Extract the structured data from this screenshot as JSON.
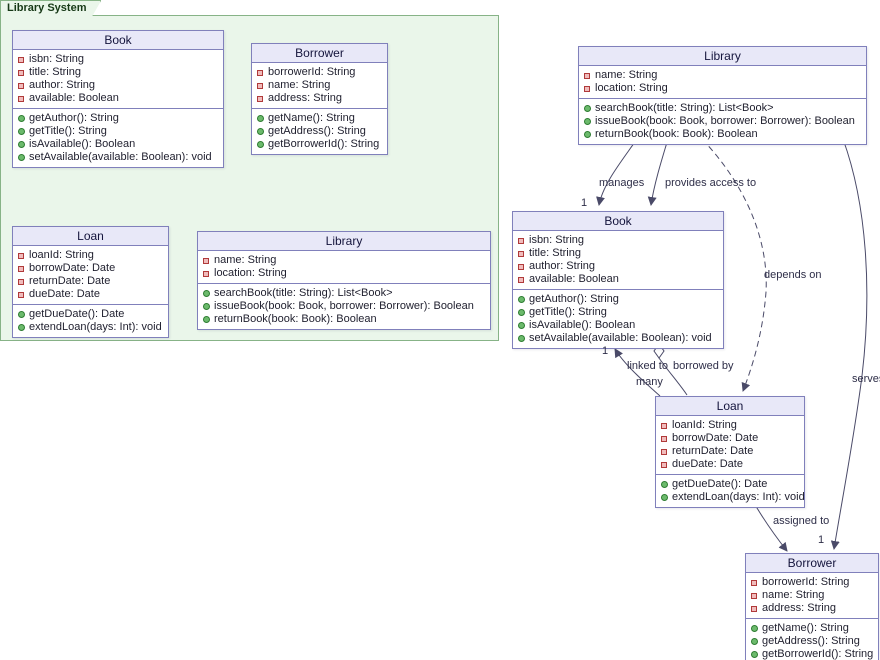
{
  "package": {
    "label": "Library System"
  },
  "classes": {
    "book": {
      "title": "Book",
      "attributes": [
        "isbn: String",
        "title: String",
        "author: String",
        "available: Boolean"
      ],
      "methods": [
        "getAuthor(): String",
        "getTitle(): String",
        "isAvailable(): Boolean",
        "setAvailable(available: Boolean): void"
      ]
    },
    "borrower": {
      "title": "Borrower",
      "attributes": [
        "borrowerId: String",
        "name: String",
        "address: String"
      ],
      "methods": [
        "getName(): String",
        "getAddress(): String",
        "getBorrowerId(): String"
      ]
    },
    "loan": {
      "title": "Loan",
      "attributes": [
        "loanId: String",
        "borrowDate: Date",
        "returnDate: Date",
        "dueDate: Date"
      ],
      "methods": [
        "getDueDate(): Date",
        "extendLoan(days: Int): void"
      ]
    },
    "library": {
      "title": "Library",
      "attributes": [
        "name: String",
        "location: String"
      ],
      "methods": [
        "searchBook(title: String): List<Book>",
        "issueBook(book: Book, borrower: Borrower): Boolean",
        "returnBook(book: Book): Boolean"
      ]
    }
  },
  "edges": {
    "manages": {
      "label": "manages",
      "mult": "1"
    },
    "provides_access_to": {
      "label": "provides access to"
    },
    "depends_on": {
      "label": "depends on"
    },
    "serves": {
      "label": "serves"
    },
    "linked_to": {
      "label": "linked to",
      "mult_book": "1",
      "mult_loan": "many"
    },
    "borrowed_by": {
      "label": "borrowed by"
    },
    "assigned_to": {
      "label": "assigned to",
      "mult": "1"
    }
  },
  "colors": {
    "package_fill": "#eaf6ea",
    "package_border": "#87b387",
    "package_label_color": "#173917",
    "class_header_fill": "#e8e8f8",
    "class_body_fill": "#ffffff",
    "class_border": "#8080bb",
    "field_icon": "#b03a3a",
    "method_icon": "#6cba6c",
    "edge_color": "#4a4a68",
    "text_color": "#1f1f2e"
  }
}
